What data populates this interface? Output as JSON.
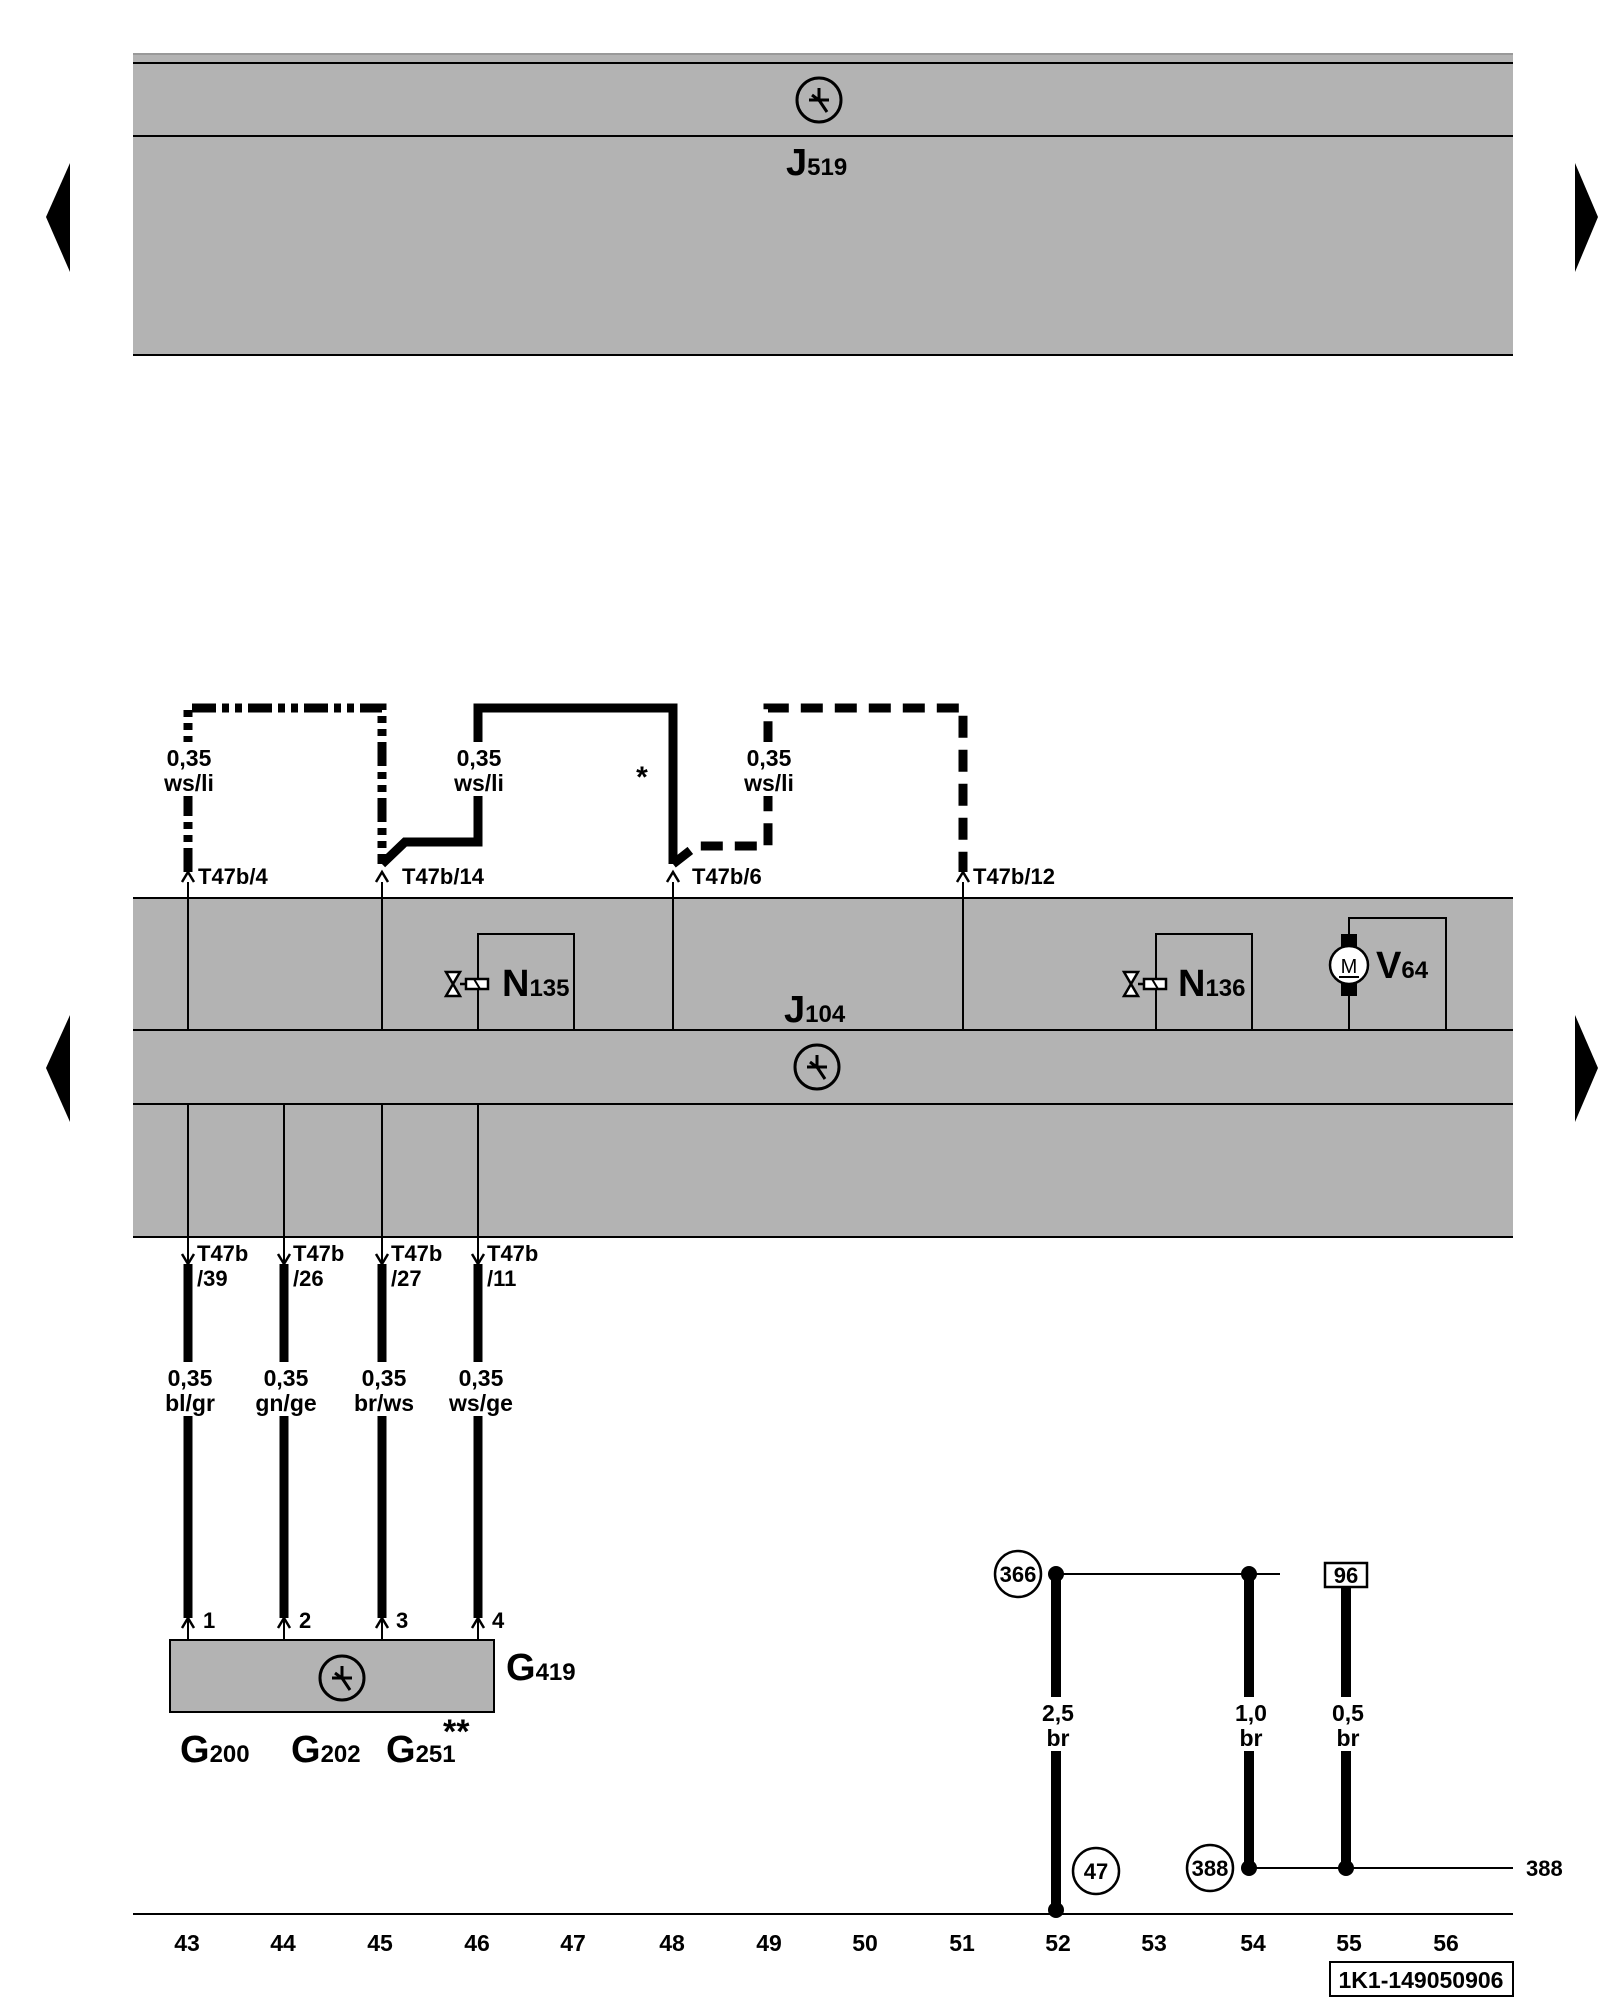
{
  "modules": {
    "upper": {
      "letter": "J",
      "sub": "519"
    },
    "middle": {
      "letter": "J",
      "sub": "104"
    },
    "sensor": {
      "letter": "G",
      "sub": "419"
    }
  },
  "components": {
    "n135": {
      "letter": "N",
      "sub": "135"
    },
    "n136": {
      "letter": "N",
      "sub": "136"
    },
    "v64": {
      "letter": "V",
      "sub": "64",
      "motor_symbol": "M"
    }
  },
  "sensors": [
    {
      "letter": "G",
      "sub": "200",
      "suffix": ""
    },
    {
      "letter": "G",
      "sub": "202",
      "suffix": ""
    },
    {
      "letter": "G",
      "sub": "251",
      "suffix": "**"
    }
  ],
  "top_connectors": [
    "T47b/4",
    "T47b/14",
    "T47b/6",
    "T47b/12"
  ],
  "upper_wires": [
    {
      "size": "0,35",
      "color": "ws/li"
    },
    {
      "size": "0,35",
      "color": "ws/li"
    },
    {
      "size": "0,35",
      "color": "ws/li"
    }
  ],
  "asterisk": "*",
  "bottom_connectors": [
    {
      "line1": "T47b",
      "line2": "/39"
    },
    {
      "line1": "T47b",
      "line2": "/26"
    },
    {
      "line1": "T47b",
      "line2": "/27"
    },
    {
      "line1": "T47b",
      "line2": "/11"
    }
  ],
  "lower_wires": [
    {
      "size": "0,35",
      "color": "bl/gr"
    },
    {
      "size": "0,35",
      "color": "gn/ge"
    },
    {
      "size": "0,35",
      "color": "br/ws"
    },
    {
      "size": "0,35",
      "color": "ws/ge"
    }
  ],
  "sensor_pins": [
    "1",
    "2",
    "3",
    "4"
  ],
  "ground_wires": [
    {
      "size": "2,5",
      "color": "br"
    },
    {
      "size": "1,0",
      "color": "br"
    },
    {
      "size": "0,5",
      "color": "br"
    }
  ],
  "refs": {
    "circle_366": "366",
    "circle_47": "47",
    "circle_388": "388",
    "box_96": "96",
    "line_388": "388"
  },
  "track_numbers": [
    "43",
    "44",
    "45",
    "46",
    "47",
    "48",
    "49",
    "50",
    "51",
    "52",
    "53",
    "54",
    "55",
    "56"
  ],
  "diagram_code": "1K1-149050906",
  "colors": {
    "module_fill": "#b3b3b3",
    "line": "#000000",
    "background": "#ffffff"
  },
  "icons": [
    "can-bus-icon",
    "nav-left-arrow-icon",
    "nav-right-arrow-icon",
    "valve-icon",
    "motor-icon"
  ]
}
